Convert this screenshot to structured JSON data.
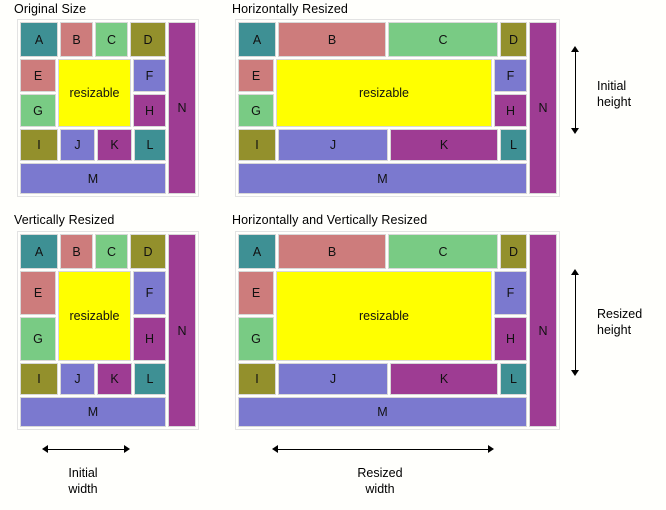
{
  "palette": {
    "teal": "#3e9094",
    "rose": "#cd7c7c",
    "green": "#79cb84",
    "olive": "#93902c",
    "periwinkle": "#7b79cf",
    "magenta": "#9e3c93",
    "yellow": "#ffff00",
    "background": "#fffffc",
    "cell_border": "#d8d8d8",
    "frame_border": "#e3e3e3",
    "text": "#000000"
  },
  "panels": [
    {
      "id": "original-size",
      "title": "Original Size",
      "top_row": [
        {
          "label": "A",
          "color": "#3e9094"
        },
        {
          "label": "B",
          "color": "#cd7c7c"
        },
        {
          "label": "C",
          "color": "#79cb84"
        },
        {
          "label": "D",
          "color": "#93902c"
        }
      ],
      "left_col": [
        {
          "label": "E",
          "color": "#cd7c7c"
        },
        {
          "label": "G",
          "color": "#79cb84"
        }
      ],
      "center": {
        "label": "resizable",
        "color": "#ffff00"
      },
      "right_col": [
        {
          "label": "F",
          "color": "#7b79cf"
        },
        {
          "label": "H",
          "color": "#9e3c93"
        }
      ],
      "bottom_row": [
        {
          "label": "I",
          "color": "#93902c"
        },
        {
          "label": "J",
          "color": "#7b79cf"
        },
        {
          "label": "K",
          "color": "#9e3c93"
        },
        {
          "label": "L",
          "color": "#3e9094"
        }
      ],
      "footer": {
        "label": "M",
        "color": "#7b79cf"
      },
      "side": {
        "label": "N",
        "color": "#9e3c93"
      }
    },
    {
      "id": "horizontally-resized",
      "title": "Horizontally Resized",
      "top_row": [
        {
          "label": "A",
          "color": "#3e9094"
        },
        {
          "label": "B",
          "color": "#cd7c7c"
        },
        {
          "label": "C",
          "color": "#79cb84"
        },
        {
          "label": "D",
          "color": "#93902c"
        }
      ],
      "left_col": [
        {
          "label": "E",
          "color": "#cd7c7c"
        },
        {
          "label": "G",
          "color": "#79cb84"
        }
      ],
      "center": {
        "label": "resizable",
        "color": "#ffff00"
      },
      "right_col": [
        {
          "label": "F",
          "color": "#7b79cf"
        },
        {
          "label": "H",
          "color": "#9e3c93"
        }
      ],
      "bottom_row": [
        {
          "label": "I",
          "color": "#93902c"
        },
        {
          "label": "J",
          "color": "#7b79cf"
        },
        {
          "label": "K",
          "color": "#9e3c93"
        },
        {
          "label": "L",
          "color": "#3e9094"
        }
      ],
      "footer": {
        "label": "M",
        "color": "#7b79cf"
      },
      "side": {
        "label": "N",
        "color": "#9e3c93"
      }
    },
    {
      "id": "vertically-resized",
      "title": "Vertically Resized",
      "top_row": [
        {
          "label": "A",
          "color": "#3e9094"
        },
        {
          "label": "B",
          "color": "#cd7c7c"
        },
        {
          "label": "C",
          "color": "#79cb84"
        },
        {
          "label": "D",
          "color": "#93902c"
        }
      ],
      "left_col": [
        {
          "label": "E",
          "color": "#cd7c7c"
        },
        {
          "label": "G",
          "color": "#79cb84"
        }
      ],
      "center": {
        "label": "resizable",
        "color": "#ffff00"
      },
      "right_col": [
        {
          "label": "F",
          "color": "#7b79cf"
        },
        {
          "label": "H",
          "color": "#9e3c93"
        }
      ],
      "bottom_row": [
        {
          "label": "I",
          "color": "#93902c"
        },
        {
          "label": "J",
          "color": "#7b79cf"
        },
        {
          "label": "K",
          "color": "#9e3c93"
        },
        {
          "label": "L",
          "color": "#3e9094"
        }
      ],
      "footer": {
        "label": "M",
        "color": "#7b79cf"
      },
      "side": {
        "label": "N",
        "color": "#9e3c93"
      }
    },
    {
      "id": "horizontally-and-vertically-resized",
      "title": "Horizontally and Vertically Resized",
      "top_row": [
        {
          "label": "A",
          "color": "#3e9094"
        },
        {
          "label": "B",
          "color": "#cd7c7c"
        },
        {
          "label": "C",
          "color": "#79cb84"
        },
        {
          "label": "D",
          "color": "#93902c"
        }
      ],
      "left_col": [
        {
          "label": "E",
          "color": "#cd7c7c"
        },
        {
          "label": "G",
          "color": "#79cb84"
        }
      ],
      "center": {
        "label": "resizable",
        "color": "#ffff00"
      },
      "right_col": [
        {
          "label": "F",
          "color": "#7b79cf"
        },
        {
          "label": "H",
          "color": "#9e3c93"
        }
      ],
      "bottom_row": [
        {
          "label": "I",
          "color": "#93902c"
        },
        {
          "label": "J",
          "color": "#7b79cf"
        },
        {
          "label": "K",
          "color": "#9e3c93"
        },
        {
          "label": "L",
          "color": "#3e9094"
        }
      ],
      "footer": {
        "label": "M",
        "color": "#7b79cf"
      },
      "side": {
        "label": "N",
        "color": "#9e3c93"
      }
    }
  ],
  "annotations": {
    "initial_height": "Initial\nheight",
    "resized_height": "Resized\nheight",
    "initial_width": "Initial\nwidth",
    "resized_width": "Resized\nwidth"
  }
}
